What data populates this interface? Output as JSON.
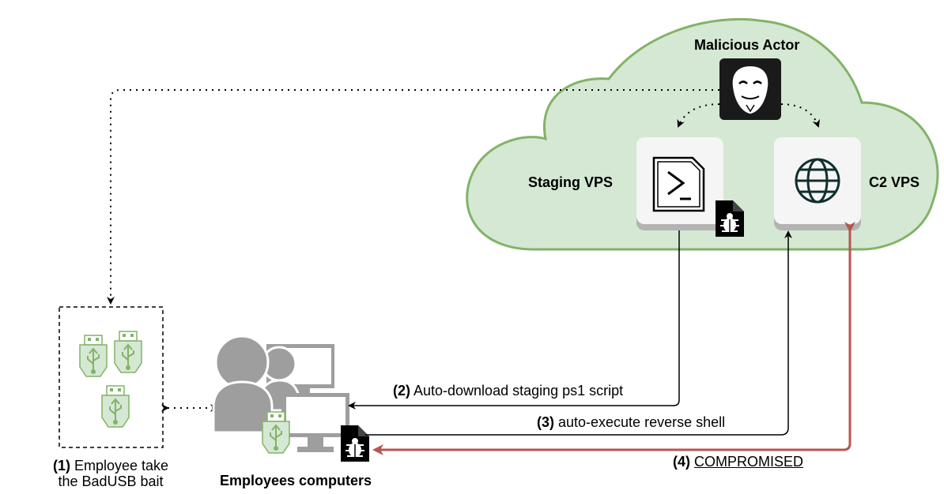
{
  "cloud": {
    "fill": "#d5e8d4",
    "stroke": "#82b366"
  },
  "actor": {
    "label": "Malicious Actor",
    "icon": "anonymous-mask-icon"
  },
  "staging_vps": {
    "label": "Staging VPS",
    "icon": "powershell-icon"
  },
  "c2_vps": {
    "label": "C2 VPS",
    "icon": "globe-icon"
  },
  "malware_badge": {
    "icon": "bug-file-icon"
  },
  "bait": {
    "step": "(1)",
    "line1_text": " Employee take",
    "line2_text": "the BadUSB bait",
    "usb_color": "#82b366"
  },
  "employees": {
    "label": "Employees computers",
    "icon": "users-computers-icon"
  },
  "flows": [
    {
      "step": "(2)",
      "text": " Auto-download staging ps1 script"
    },
    {
      "step": "(3)",
      "text": " auto-execute reverse shell"
    },
    {
      "step": "(4)",
      "text": "COMPROMISED",
      "color": "#b85450"
    }
  ]
}
